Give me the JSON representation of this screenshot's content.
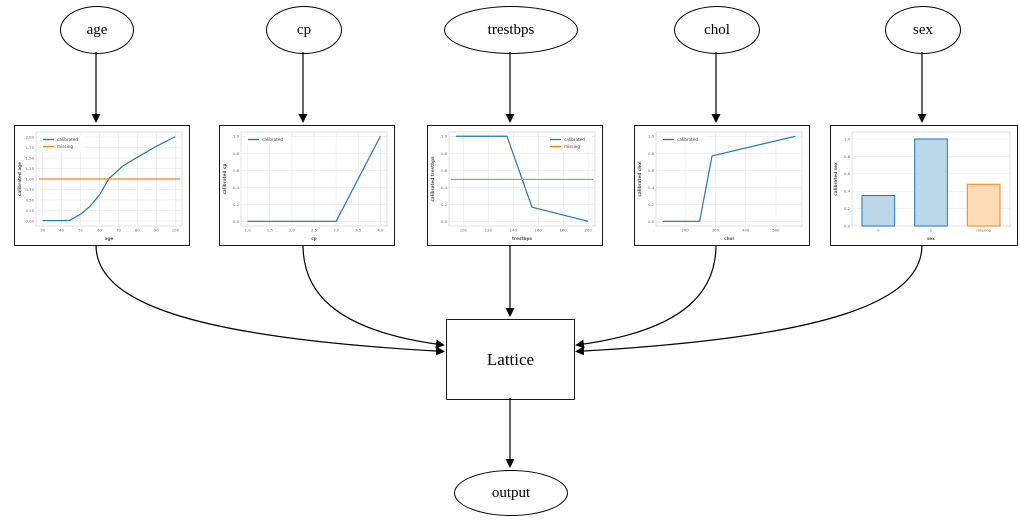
{
  "nodes": {
    "inputs": [
      {
        "label": "age"
      },
      {
        "label": "cp"
      },
      {
        "label": "trestbps"
      },
      {
        "label": "chol"
      },
      {
        "label": "sex"
      }
    ],
    "lattice": {
      "label": "Lattice"
    },
    "output": {
      "label": "output"
    }
  },
  "colors": {
    "calibrated_line": "#1f77b4",
    "missing_line": "#ff7f0e",
    "bar_blue_fill": "#bdd7ea",
    "bar_blue_stroke": "#1f77b4",
    "bar_orange_fill": "#fddbb6",
    "bar_orange_stroke": "#ff7f0e",
    "edge": "#000000",
    "grid": "#e6e6e6",
    "tick_text": "#666666",
    "axis_text": "#555555"
  },
  "chart_data": [
    {
      "type": "line",
      "title": "",
      "xlabel": "age",
      "ylabel": "calibrated age",
      "xlim": [
        26.5,
        103.5
      ],
      "ylim": [
        -0.12,
        2.12
      ],
      "x_ticks": [
        "30",
        "40",
        "50",
        "60",
        "70",
        "80",
        "90",
        "100"
      ],
      "y_ticks": [
        "0.00",
        "0.25",
        "0.50",
        "0.75",
        "1.00",
        "1.25",
        "1.50",
        "1.75",
        "2.00"
      ],
      "legend": {
        "position": "upper-left"
      },
      "series": [
        {
          "name": "calibrated",
          "color": "#1f77b4",
          "x": [
            30,
            44,
            50,
            55,
            60,
            65,
            72,
            80,
            90,
            100
          ],
          "y": [
            0.01,
            0.01,
            0.16,
            0.35,
            0.62,
            1.01,
            1.3,
            1.52,
            1.78,
            2.01
          ]
        },
        {
          "name": "missing",
          "color": "#ff7f0e",
          "x": [
            28,
            102.5
          ],
          "y": [
            1.0,
            1.0
          ]
        }
      ]
    },
    {
      "type": "line",
      "title": "",
      "xlabel": "cp",
      "ylabel": "calibrated cp",
      "xlim": [
        0.85,
        4.15
      ],
      "ylim": [
        -0.05,
        1.05
      ],
      "x_ticks": [
        "1.0",
        "1.5",
        "2.0",
        "2.5",
        "3.0",
        "3.5",
        "4.0"
      ],
      "y_ticks": [
        "0.0",
        "0.2",
        "0.4",
        "0.6",
        "0.8",
        "1.0"
      ],
      "legend": {
        "position": "upper-left"
      },
      "series": [
        {
          "name": "calibrated",
          "color": "#1f77b4",
          "x": [
            1.0,
            3.0,
            4.0
          ],
          "y": [
            0.005,
            0.005,
            1.0
          ]
        }
      ]
    },
    {
      "type": "line",
      "title": "",
      "xlabel": "trestbps",
      "ylabel": "calibrated trestbps",
      "xlim": [
        88.5,
        205.5
      ],
      "ylim": [
        -0.05,
        1.05
      ],
      "x_ticks": [
        "100",
        "120",
        "140",
        "160",
        "180",
        "200"
      ],
      "y_ticks": [
        "0.0",
        "0.2",
        "0.4",
        "0.6",
        "0.8",
        "1.0"
      ],
      "legend": {
        "position": "upper-right"
      },
      "series": [
        {
          "name": "calibrated",
          "color": "#1f77b4",
          "x": [
            94,
            135,
            155,
            200
          ],
          "y": [
            1.0,
            1.0,
            0.17,
            0.005
          ]
        },
        {
          "name": "missing",
          "color": "#ff7f0e",
          "x": [
            90,
            204
          ],
          "y": [
            0.495,
            0.495
          ]
        }
      ]
    },
    {
      "type": "line",
      "title": "",
      "xlabel": "chol",
      "ylabel": "calibrated chol",
      "xlim": [
        104,
        586
      ],
      "ylim": [
        -0.05,
        1.05
      ],
      "x_ticks": [
        "200",
        "300",
        "400",
        "500"
      ],
      "y_ticks": [
        "0.0",
        "0.2",
        "0.4",
        "0.6",
        "0.8",
        "1.0"
      ],
      "legend": {
        "position": "upper-left"
      },
      "series": [
        {
          "name": "calibrated",
          "color": "#1f77b4",
          "x": [
            126,
            248,
            289,
            564
          ],
          "y": [
            0.005,
            0.005,
            0.77,
            1.0
          ]
        }
      ]
    },
    {
      "type": "bar",
      "title": "",
      "xlabel": "sex",
      "ylabel": "calibrated sex",
      "ylim": [
        0,
        1.08
      ],
      "categories": [
        "0",
        "1",
        "missing"
      ],
      "values": [
        0.35,
        1.0,
        0.48
      ],
      "y_ticks": [
        "0.0",
        "0.2",
        "0.4",
        "0.6",
        "0.8",
        "1.0"
      ],
      "bar_fills": [
        "#bdd7ea",
        "#bdd7ea",
        "#fddbb6"
      ],
      "bar_strokes": [
        "#1f77b4",
        "#1f77b4",
        "#ff7f0e"
      ]
    }
  ]
}
